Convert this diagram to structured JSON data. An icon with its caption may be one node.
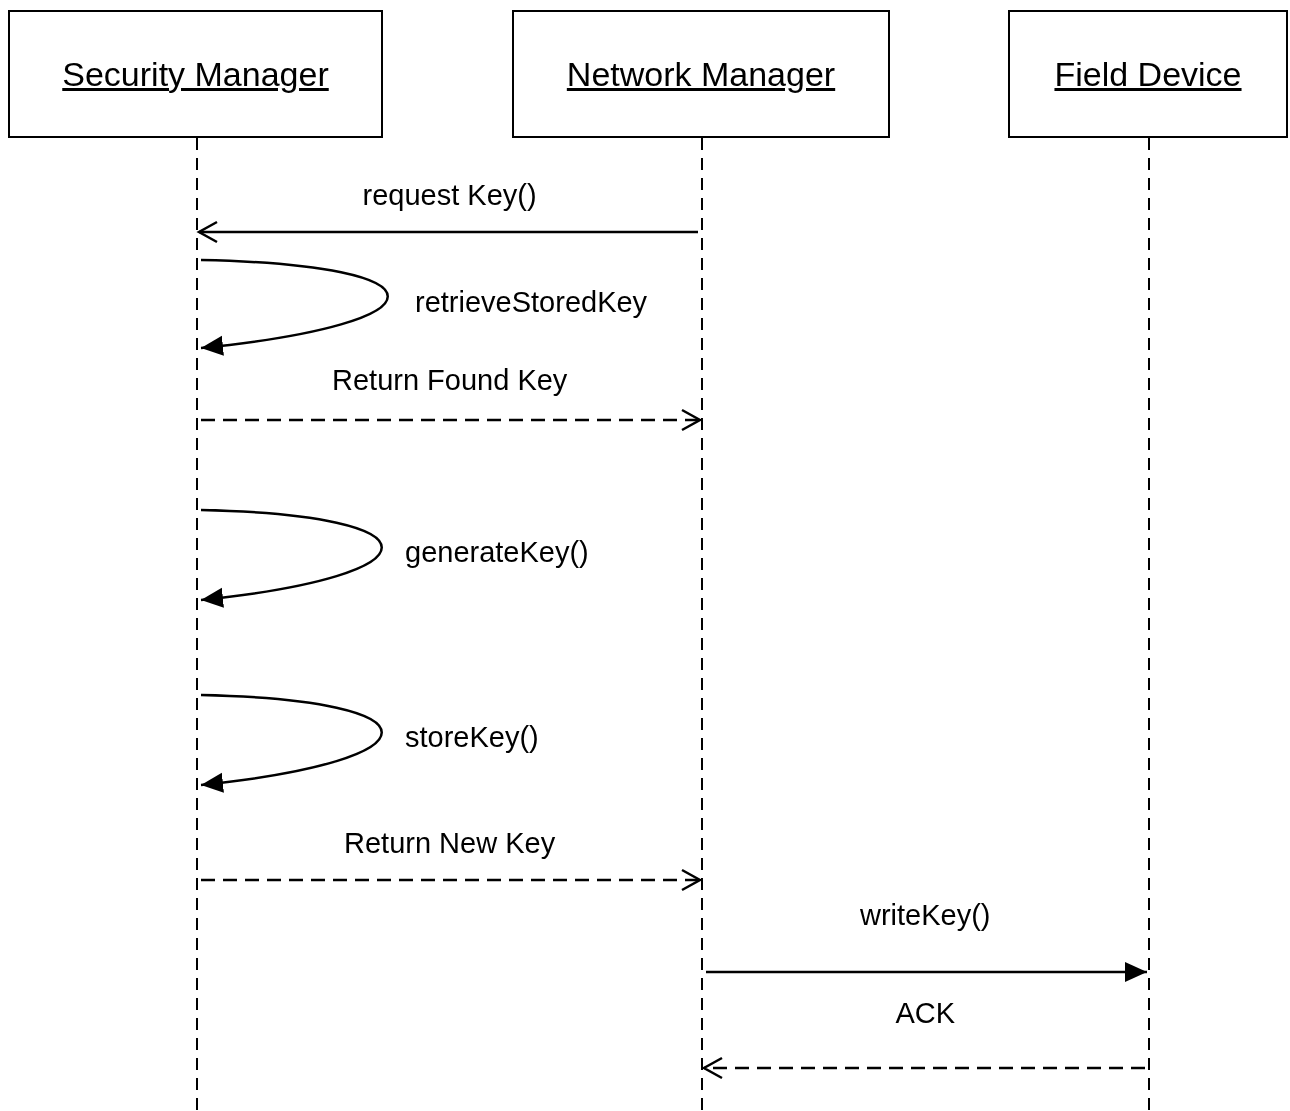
{
  "diagram": {
    "nodes": [
      {
        "text": [
          "Security Manager"
        ]
      },
      {
        "text": [
          "Network Manager"
        ]
      },
      {
        "text": [
          "Field Device"
        ]
      }
    ],
    "edges": [
      {
        "from": 1,
        "to": 0,
        "arrow": "to",
        "label": "request Key()"
      },
      {
        "from": 0,
        "to": 0,
        "arrow": "to",
        "label": "retrieveStoredKey"
      },
      {
        "from": 0,
        "to": 1,
        "arrow": "to",
        "label": "Return Found Key",
        "style": "dashed"
      },
      {
        "from": 0,
        "to": 0,
        "arrow": "to",
        "label": "generateKey()"
      },
      {
        "from": 0,
        "to": 0,
        "arrow": "to",
        "label": "storeKey()"
      },
      {
        "from": 0,
        "to": 1,
        "arrow": "to",
        "label": "Return New Key",
        "style": "dashed"
      },
      {
        "from": 1,
        "to": 2,
        "arrow": "to",
        "label": "writeKey()"
      },
      {
        "from": 2,
        "to": 1,
        "arrow": "to",
        "label": "ACK",
        "style": "dashed"
      }
    ]
  }
}
